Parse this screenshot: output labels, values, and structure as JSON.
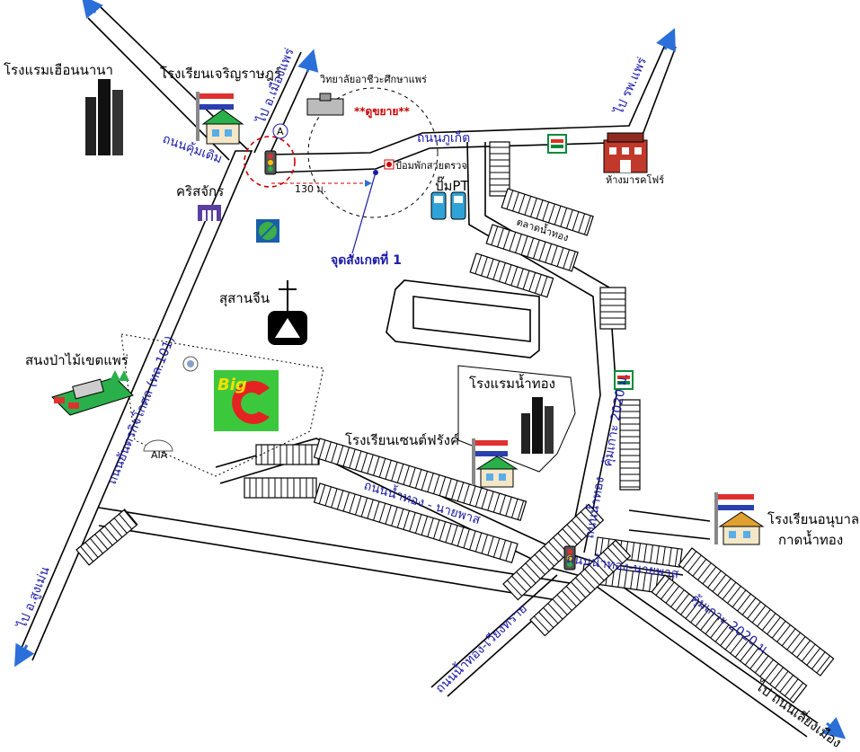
{
  "landmarks": {
    "hotel_huean_nana": "โรงแรมเฮือนนานา",
    "school_charoenrat": "โรงเรียนเจริญราษฎร์",
    "college": "วิทยาลัยอาชีวะศึกษาแพร่",
    "church": "คริสจักร",
    "checkpoint": "ป้อมพักสายตรวจ",
    "pt_station": "ปั๊มPT",
    "department_store": "ห้างมารคโฟร์",
    "market": "ตลาดน้ำทอง",
    "cemetery": "สุสานจีน",
    "forest_office": "สนงป่าไม้เขตแพร่",
    "hotel_namthong": "โรงแรมน้ำทอง",
    "school_st_francis": "โรงเรียนเซนต์ฟรังค์",
    "kindergarten_line1": "โรงเรียนอนุบาล",
    "kindergarten_line2": "กาดน้ำทอง",
    "bigc_logo": "Big",
    "aia_logo": "AIA"
  },
  "roads": {
    "to_mueang": "ไป อ.เมืองแพร่",
    "to_hospital": "ไป รพ.แพร่",
    "to_sung_men": "ไป อ.สูงเม่น",
    "to_bypass": "ไป ถนนเลี่ยงเมือง",
    "khum_derm": "ถนนคุ้มเดิม",
    "phuket_road": "ถนนภูเก็ต",
    "yantrakit": "ถนนยันตรกิจโกศล (ทล.101)",
    "namthong_nai": "ถนนน้ำทอง - นายพาส",
    "namthong_nai_2": "ถนนน้ำทอง-นายพาส",
    "namthong_wiang": "ถนนน้ำทอง-เวียงทราย",
    "2020_a": "คุ้มเกาะ 2020 ม.",
    "2020_b": "คุ้มเกาะ 2020 ม.",
    "namthong_alley": "ถนนน้ำทอง"
  },
  "annotations": {
    "distance": "130 ม.",
    "expand_zone": "**ดูขยาย**",
    "observation_point": "จุดสังเกตที่ 1",
    "junction_marker": "A"
  },
  "colors": {
    "road_label": "#1a1aa8",
    "annotation_red": "#cc0000",
    "seven_eleven_green": "#0a8a3c",
    "seven_eleven_red": "#e0301e",
    "bigc_green": "#3cc83c",
    "bigc_red": "#e52222",
    "pt_blue": "#2fa3d8",
    "flag_red": "#e03030",
    "flag_blue": "#2a3fb0"
  },
  "icons": [
    "traffic-light-icon",
    "seven-eleven-icon",
    "bigc-logo-icon",
    "fuel-pump-icon",
    "flag-school-icon",
    "tower-building-icon",
    "cross-icon",
    "church-icon"
  ]
}
